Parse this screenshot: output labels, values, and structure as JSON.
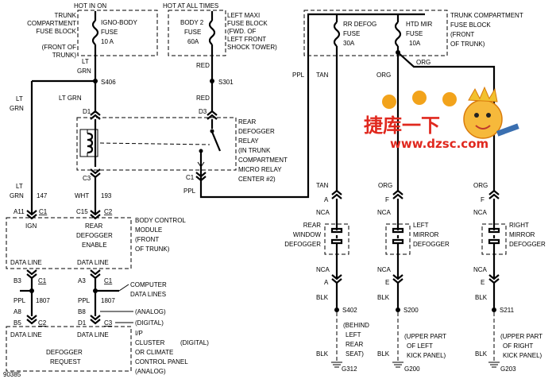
{
  "top_labels": {
    "hot_in_on": "HOT IN ON",
    "hot_at_all_times": "HOT AT ALL TIMES"
  },
  "trunk_fuse_block_left": [
    "TRUNK",
    "COMPARTMENT",
    "FUSE BLOCK",
    "(FRONT OF",
    "TRUNK)"
  ],
  "ign_body_fuse": [
    "IGNO-BODY",
    "FUSE",
    "10 A"
  ],
  "body2_fuse": [
    "BODY 2",
    "FUSE",
    "60A"
  ],
  "left_maxi_fuse_block": [
    "LEFT MAXI",
    "FUSE BLOCK",
    "(FWD. OF",
    "LEFT FRONT",
    "SHOCK TOWER)"
  ],
  "splices": {
    "s406": "S406",
    "s301": "S301",
    "s402": "S402",
    "s200": "S200",
    "s211": "S211"
  },
  "wire_colors": {
    "lt_grn_1": [
      "LT",
      "GRN"
    ],
    "lt_grn_2": [
      "LT",
      "GRN"
    ],
    "lt_grn_3": "LT GRN",
    "lt_grn_4": [
      "LT",
      "GRN"
    ],
    "red_1": "RED",
    "red_2": "RED",
    "wht": "WHT",
    "ppl_1": "PPL",
    "ppl_2": "PPL",
    "ppl_3": "PPL",
    "tan_1": "TAN",
    "tan_2": "TAN",
    "org_1": "ORG",
    "org_2": "ORG",
    "org_3": "ORG",
    "org_4": "ORG",
    "blk_1": "BLK",
    "blk_2": "BLK",
    "blk_3": "BLK",
    "blk_4": "BLK",
    "blk_5": "BLK",
    "blk_6": "BLK"
  },
  "circuit_numbers": {
    "c147": "147",
    "c193": "193",
    "c1807a": "1807",
    "c1807b": "1807"
  },
  "relay_terminals": {
    "d1": "D1",
    "d3": "D3",
    "c3": "C3",
    "c1": "C1"
  },
  "relay_label": [
    "REAR",
    "DEFOGGER",
    "RELAY",
    "(IN TRUNK",
    "COMPARTMENT",
    "MICRO RELAY",
    "CENTER #2)"
  ],
  "bcm_connectors": {
    "a11": "A11",
    "c1a": "C1",
    "c15": "C15",
    "c2a": "C2"
  },
  "bcm_inputs": {
    "ign": "IGN",
    "rear_defogger_enable": [
      "REAR",
      "DEFOGGER",
      "ENABLE"
    ]
  },
  "bcm_label": [
    "BODY CONTROL",
    "MODULE",
    "(FRONT",
    "OF TRUNK)"
  ],
  "data_line_labels": [
    "DATA LINE",
    "DATA LINE",
    "DATA LINE",
    "DATA LINE"
  ],
  "data_connectors": {
    "b3": "B3",
    "c1b": "C1",
    "a3": "A3",
    "c1c": "C1",
    "a8": "A8",
    "b8": "B8",
    "b5": "B5",
    "c2b": "C2",
    "d1b": "D1",
    "c3b": "C3"
  },
  "computer_data_lines": [
    "COMPUTER",
    "DATA LINES"
  ],
  "analog": "(ANALOG)",
  "digital": "(DIGITAL)",
  "defogger_request": [
    "DEFOGGER",
    "REQUEST"
  ],
  "ip_cluster_label": [
    "I/P",
    "CLUSTER",
    "OR CLIMATE",
    "CONTROL PANEL",
    "(ANALOG)"
  ],
  "ip_cluster_digital": "(DIGITAL)",
  "diagram_number": "90385",
  "rr_defog_fuse": [
    "RR DEFOG",
    "FUSE",
    "30A"
  ],
  "htd_mir_fuse": [
    "HTD MIR",
    "FUSE",
    "10A"
  ],
  "trunk_fuse_block_right": [
    "TRUNK COMPARTMENT",
    "FUSE BLOCK",
    "(FRONT",
    "OF TRUNK)"
  ],
  "connector_letters": {
    "a_top": "A",
    "f_top1": "F",
    "f_top2": "F",
    "a_bot": "A",
    "e_bot1": "E",
    "e_bot2": "E"
  },
  "nca": [
    "NCA",
    "NCA",
    "NCA",
    "NCA",
    "NCA",
    "NCA"
  ],
  "rear_window_defogger": [
    "REAR",
    "WINDOW",
    "DEFOGGER"
  ],
  "left_mirror_defogger": [
    "LEFT",
    "MIRROR",
    "DEFOGGER"
  ],
  "right_mirror_defogger": [
    "RIGHT",
    "MIRROR",
    "DEFOGGER"
  ],
  "ground_locations": {
    "behind_left_rear_seat": [
      "(BEHIND",
      "LEFT",
      "REAR",
      "SEAT)"
    ],
    "upper_left_kick": [
      "(UPPER PART",
      "OF LEFT",
      "KICK PANEL)"
    ],
    "upper_right_kick": [
      "(UPPER PART",
      "OF RIGHT",
      "KICK PANEL)"
    ]
  },
  "grounds": {
    "g312": "G312",
    "g200": "G200",
    "g203": "G203"
  },
  "watermark": {
    "brand": "捷库一下",
    "site": "www.dzsc.com"
  }
}
